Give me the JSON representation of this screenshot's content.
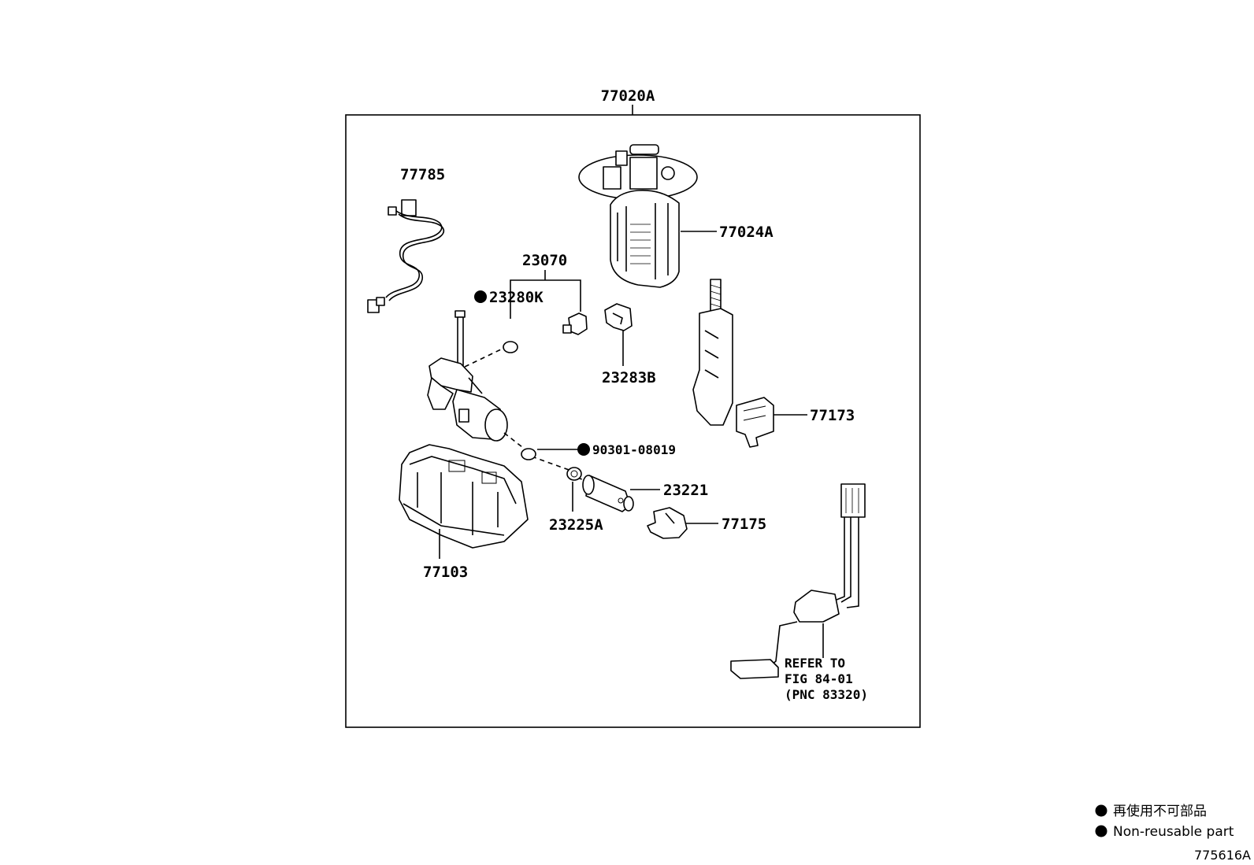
{
  "assembly": {
    "part_number": "77020A"
  },
  "parts": {
    "p77785": "77785",
    "p77024A": "77024A",
    "p23070": "23070",
    "p23280K": "23280K",
    "p23283B": "23283B",
    "p77173": "77173",
    "p90301": "90301-08019",
    "p23221": "23221",
    "p23225A": "23225A",
    "p77175": "77175",
    "p77103": "77103"
  },
  "reference_note": {
    "line1": "REFER TO",
    "line2": "FIG 84-01",
    "line3": "(PNC 83320)"
  },
  "legend": {
    "japanese": "再使用不可部品",
    "english": "Non-reusable part"
  },
  "figure_id": "775616A"
}
